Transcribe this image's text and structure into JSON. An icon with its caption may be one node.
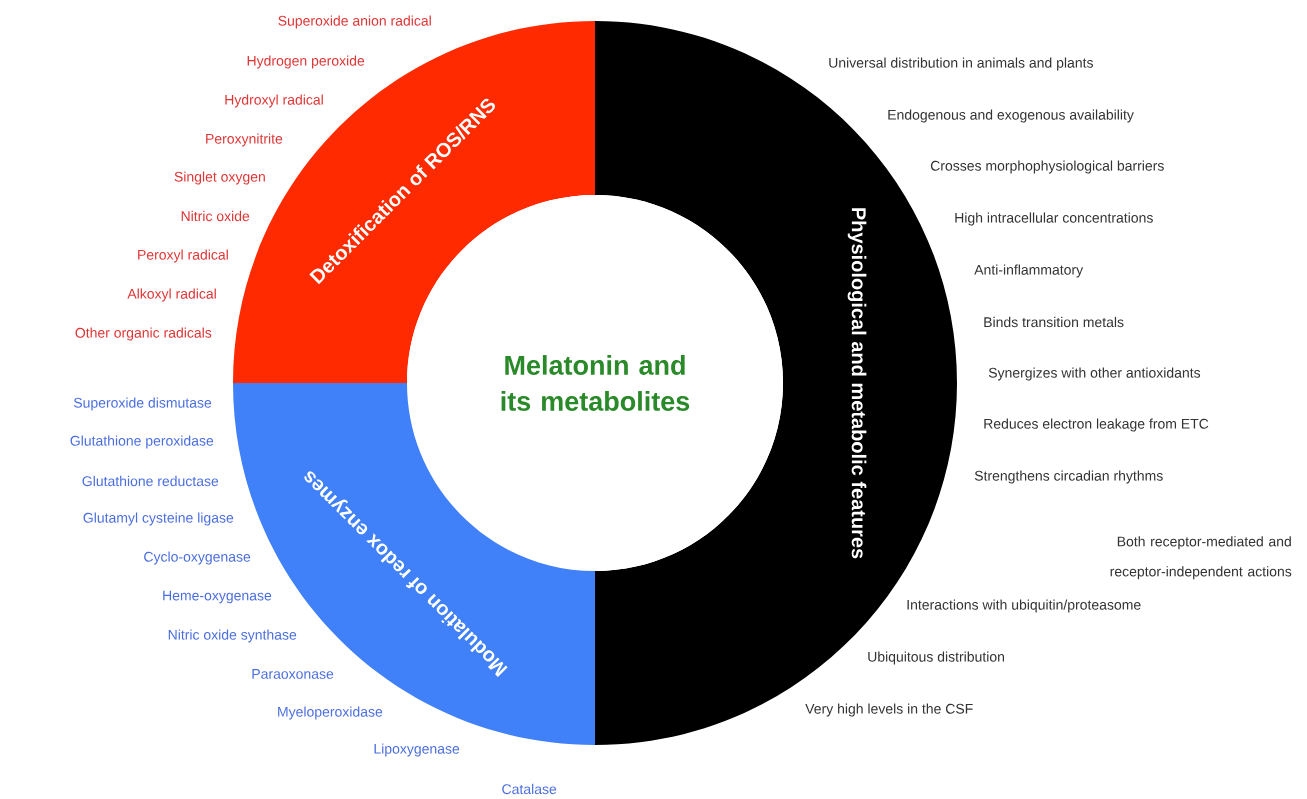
{
  "diagram": {
    "nodes": [
      {
        "text": [
          "Detoxification of ROS/RNS"
        ],
        "beside": [
          "Superoxide anion radical",
          "Hydrogen peroxide",
          "Hydroxyl radical",
          "Peroxynitrite",
          "Singlet oxygen",
          "Nitric oxide",
          "Peroxyl radical",
          "Alkoxyl radical",
          "Other organic  radicals"
        ]
      },
      {
        "text": [
          "Physiological and metabolic features"
        ],
        "beside": [
          "Universal distribution in animals and plants",
          "Endogenous and exogenous availability",
          "Crosses morphophysiological barriers",
          "High intracellular concentrations",
          "Anti-inflammatory",
          "Binds transition metals",
          "Synergizes with other antioxidants",
          "Reduces electron leakage from ETC",
          "Strengthens circadian rhythms",
          "Both receptor-mediated and receptor-independent actions",
          "Interactions with ubiquitin/proteasome",
          "Ubiquitous distribution",
          "Very high levels in the CSF"
        ]
      },
      {
        "text": [
          "Melatonin and its metabolites"
        ]
      },
      {
        "text": [
          "Modulation of redox enzymes"
        ],
        "beside": [
          "Superoxide dismutase",
          "Glutathione peroxidase",
          "Glutathione reductase",
          "Glutamyl cysteine ligase",
          "Cyclo-oxygenase",
          "Heme-oxygenase",
          "Nitric oxide synthase",
          "Paraoxonase",
          "Myeloperoxidase",
          "Lipoxygenase",
          "Catalase"
        ]
      }
    ]
  }
}
